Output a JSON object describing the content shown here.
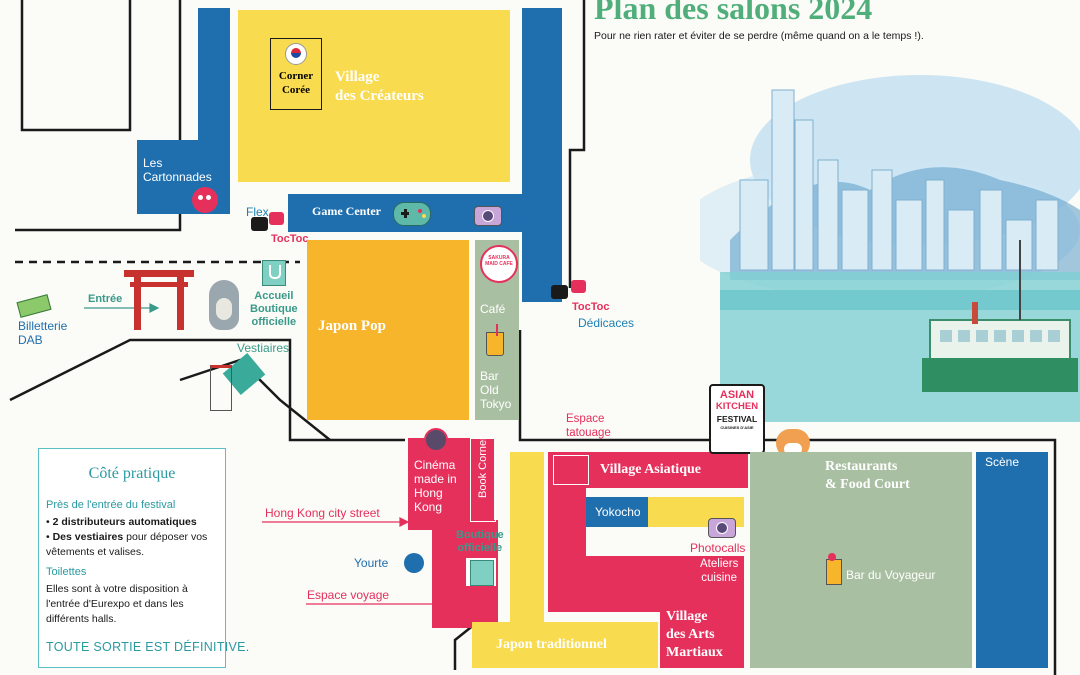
{
  "title": "Plan des salons 2024",
  "subtitle": "Pour ne rien rater et éviter de se perdre (même quand on a le temps !).",
  "zones": {
    "corner_coree": "Corner\nCorée",
    "village_createurs": "Village\ndes Créateurs",
    "les_cartonnades": "Les\nCartonnades",
    "game_center": "Game Center",
    "shooting_photos": "Shooting\nphotos",
    "flex": "Flex",
    "japon_pop": "Japon Pop",
    "cafe": "Café",
    "bar_old_tokyo": "Bar\nOld\nTokyo",
    "dedicaces": "Dédicaces",
    "entree": "Entrée",
    "billetterie": "Billetterie\nDAB",
    "accueil": "Accueil\nBoutique\nofficielle",
    "vestiaires": "Vestiaires",
    "espace_tatouage": "Espace\ntatouage",
    "cinema": "Cinéma\nmade in\nHong\nKong",
    "book_corner": "Book Corner",
    "village_asiatique": "Village Asiatique",
    "yokocho": "Yokocho",
    "photocalls": "Photocalls",
    "ateliers_cuisine": "Ateliers\ncuisine",
    "hong_kong_street": "Hong Kong city street",
    "boutique_officielle": "Boutique\nofficielle",
    "yourte": "Yourte",
    "espace_voyage": "Espace voyage",
    "japon_traditionnel": "Japon traditionnel",
    "village_arts_martiaux": "Village\ndes Arts\nMartiaux",
    "restaurants": "Restaurants\n& Food Court",
    "bar_du_voyageur": "Bar du Voyageur",
    "scene": "Scène",
    "toctoc": "TocToc",
    "sakura": "SAKURA MAID CAFE"
  },
  "asian_kitchen": {
    "line1": "ASIAN",
    "line2": "KITCHEN",
    "line3": "FESTIVAL",
    "line4": "CUISINES D'ASIE"
  },
  "cote_pratique": {
    "heading": "Côté pratique",
    "entry_heading": "Près de l'entrée du festival",
    "bullets": [
      {
        "bold": "2 distributeurs automatiques",
        "rest": ""
      },
      {
        "bold": "Des vestiaires",
        "rest": " pour déposer vos vêtements et valises."
      }
    ],
    "toilet_heading": "Toilettes",
    "toilet_text": "Elles sont à votre disposition à l'entrée d'Eurexpo et dans les différents halls.",
    "footer": "TOUTE SORTIE EST DÉFINITIVE."
  },
  "colors": {
    "blue": "#1f6faf",
    "yellow": "#f9db4f",
    "orange": "#f7b52c",
    "pink": "#e6305c",
    "sage": "#a9bfa2",
    "teal_text": "#1f80b3",
    "title_green": "#4fae7a"
  }
}
